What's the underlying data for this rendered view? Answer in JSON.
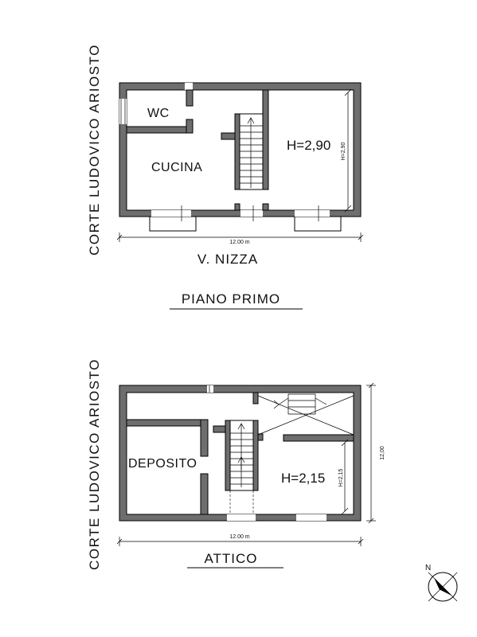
{
  "first_floor": {
    "side_street": "CORTE LUDOVICO ARIOSTO",
    "wc": "WC",
    "kitchen": "CUCINA",
    "height": "H=2,90",
    "height_small": "H=2,90",
    "dimension": "12.00 m",
    "street": "V. NIZZA",
    "title": "PIANO PRIMO"
  },
  "attic": {
    "side_street": "CORTE LUDOVICO ARIOSTO",
    "storage": "DEPOSITO",
    "height": "H=2,15",
    "height_small": "H=2,15",
    "dimension_bottom": "12.00 m",
    "dimension_right": "12,00",
    "title": "ATTICO"
  },
  "compass": {
    "label": "N"
  }
}
